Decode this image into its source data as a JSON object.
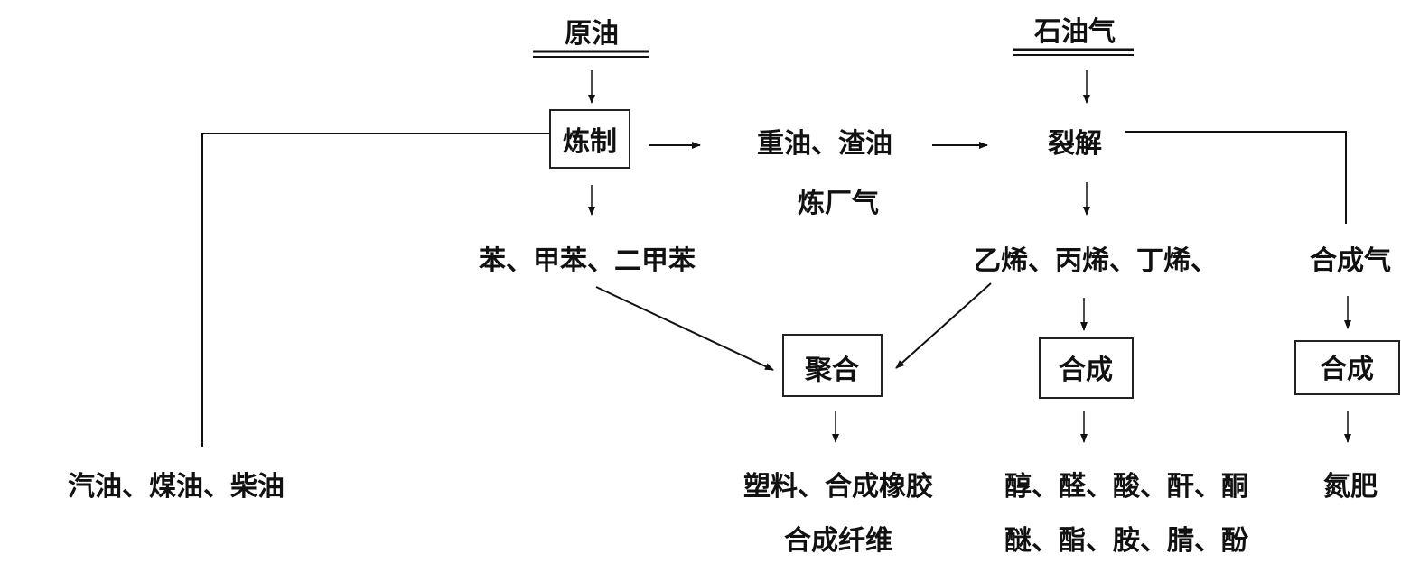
{
  "sources": {
    "crude_oil": "原油",
    "petroleum_gas": "石油气"
  },
  "processes": {
    "refining": "炼制",
    "cracking": "裂解",
    "polymerization": "聚合",
    "synthesis_1": "合成",
    "synthesis_2": "合成"
  },
  "intermediates": {
    "heavy_oil": "重油、渣油",
    "refinery_gas": "炼厂气",
    "aromatics": "苯、甲苯、二甲苯",
    "olefins": "乙烯、丙烯、丁烯、",
    "syngas": "合成气"
  },
  "products": {
    "fuels": "汽油、煤油、柴油",
    "polymers_line1": "塑料、合成橡胶",
    "polymers_line2": "合成纤维",
    "organics_line1": "醇、醛、酸、酐、酮",
    "organics_line2": "醚、酯、胺、腈、酚",
    "fertilizer": "氮肥"
  },
  "colors": {
    "ink": "#111111",
    "background": "#ffffff"
  }
}
